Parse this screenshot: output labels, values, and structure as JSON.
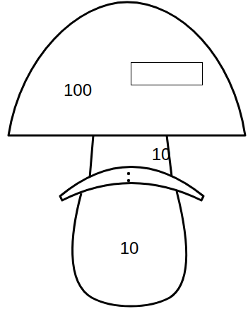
{
  "diagram": {
    "nodes": [
      {
        "text": [
          "100"
        ]
      },
      {
        "text": [
          "10"
        ],
        "in": 0
      },
      {
        "text": [
          "10"
        ]
      }
    ]
  }
}
